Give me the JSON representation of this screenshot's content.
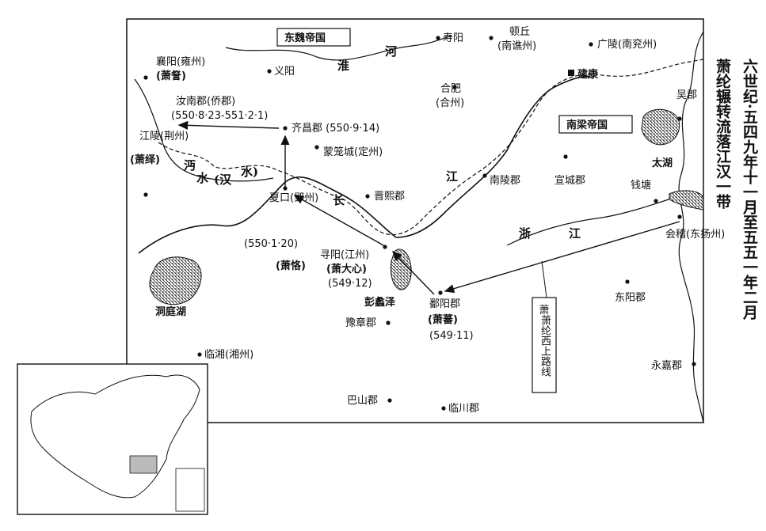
{
  "side_title": {
    "line1": "六世纪·五四九年十一月至五五一年二月",
    "line2": "萧纶辗转流落江汉一带"
  },
  "empires": {
    "east_wei": "东魏帝国",
    "south_liang": "南梁帝国"
  },
  "rivers": {
    "huai": [
      "淮",
      "河"
    ],
    "jiang": [
      "长",
      "江"
    ],
    "zhe": [
      "浙",
      "江"
    ],
    "mian": [
      "沔",
      "水",
      "(汉",
      "水)"
    ]
  },
  "places": {
    "shouyang": "寿阳",
    "dunqiu": "顿丘",
    "dunqiu_sub": "(南谯州)",
    "guangling": "广陵(南兖州)",
    "xiangyang": "襄阳(雍州)",
    "xiangyang_sub": "(萧詧)",
    "yiyang": "义阳",
    "hefei": "合肥",
    "hefei_sub": "(合州)",
    "jiankang": "建康",
    "runan": "汝南郡(侨郡)",
    "runan_date": "(550·8·23-551·2·1)",
    "qichang": "齐昌郡 (550·9·14)",
    "menglong": "蒙笼城(定州)",
    "wujun": "吴郡",
    "taihu": "太湖",
    "jiangling": "江陵(荆州)",
    "jiangling_sub": "(萧绎)",
    "xiakou": "夏口(郢州)",
    "xiakou_date": "(550·1·20)",
    "xiakou_sub": "(萧恪)",
    "jinxi": "晋熙郡",
    "nanling": "南陵郡",
    "xuancheng": "宣城郡",
    "qiantang": "钱塘",
    "kuaiji": "会稽(东扬州)",
    "xunyang": "寻阳(江州)",
    "xunyang_sub": "(萧大心)",
    "xunyang_date": "(549·12)",
    "pengli": "彭蠡泽",
    "poyang": "鄱阳郡",
    "poyang_sub": "(萧蕃)",
    "poyang_date": "(549·11)",
    "yuzhang": "豫章郡",
    "dongyang": "东阳郡",
    "dongting": "洞庭湖",
    "linxiang": "临湘(湘州)",
    "yongjia": "永嘉郡",
    "bashan": "巴山郡",
    "linchuan": "临川郡"
  },
  "route_label": "萧纶西上路线"
}
